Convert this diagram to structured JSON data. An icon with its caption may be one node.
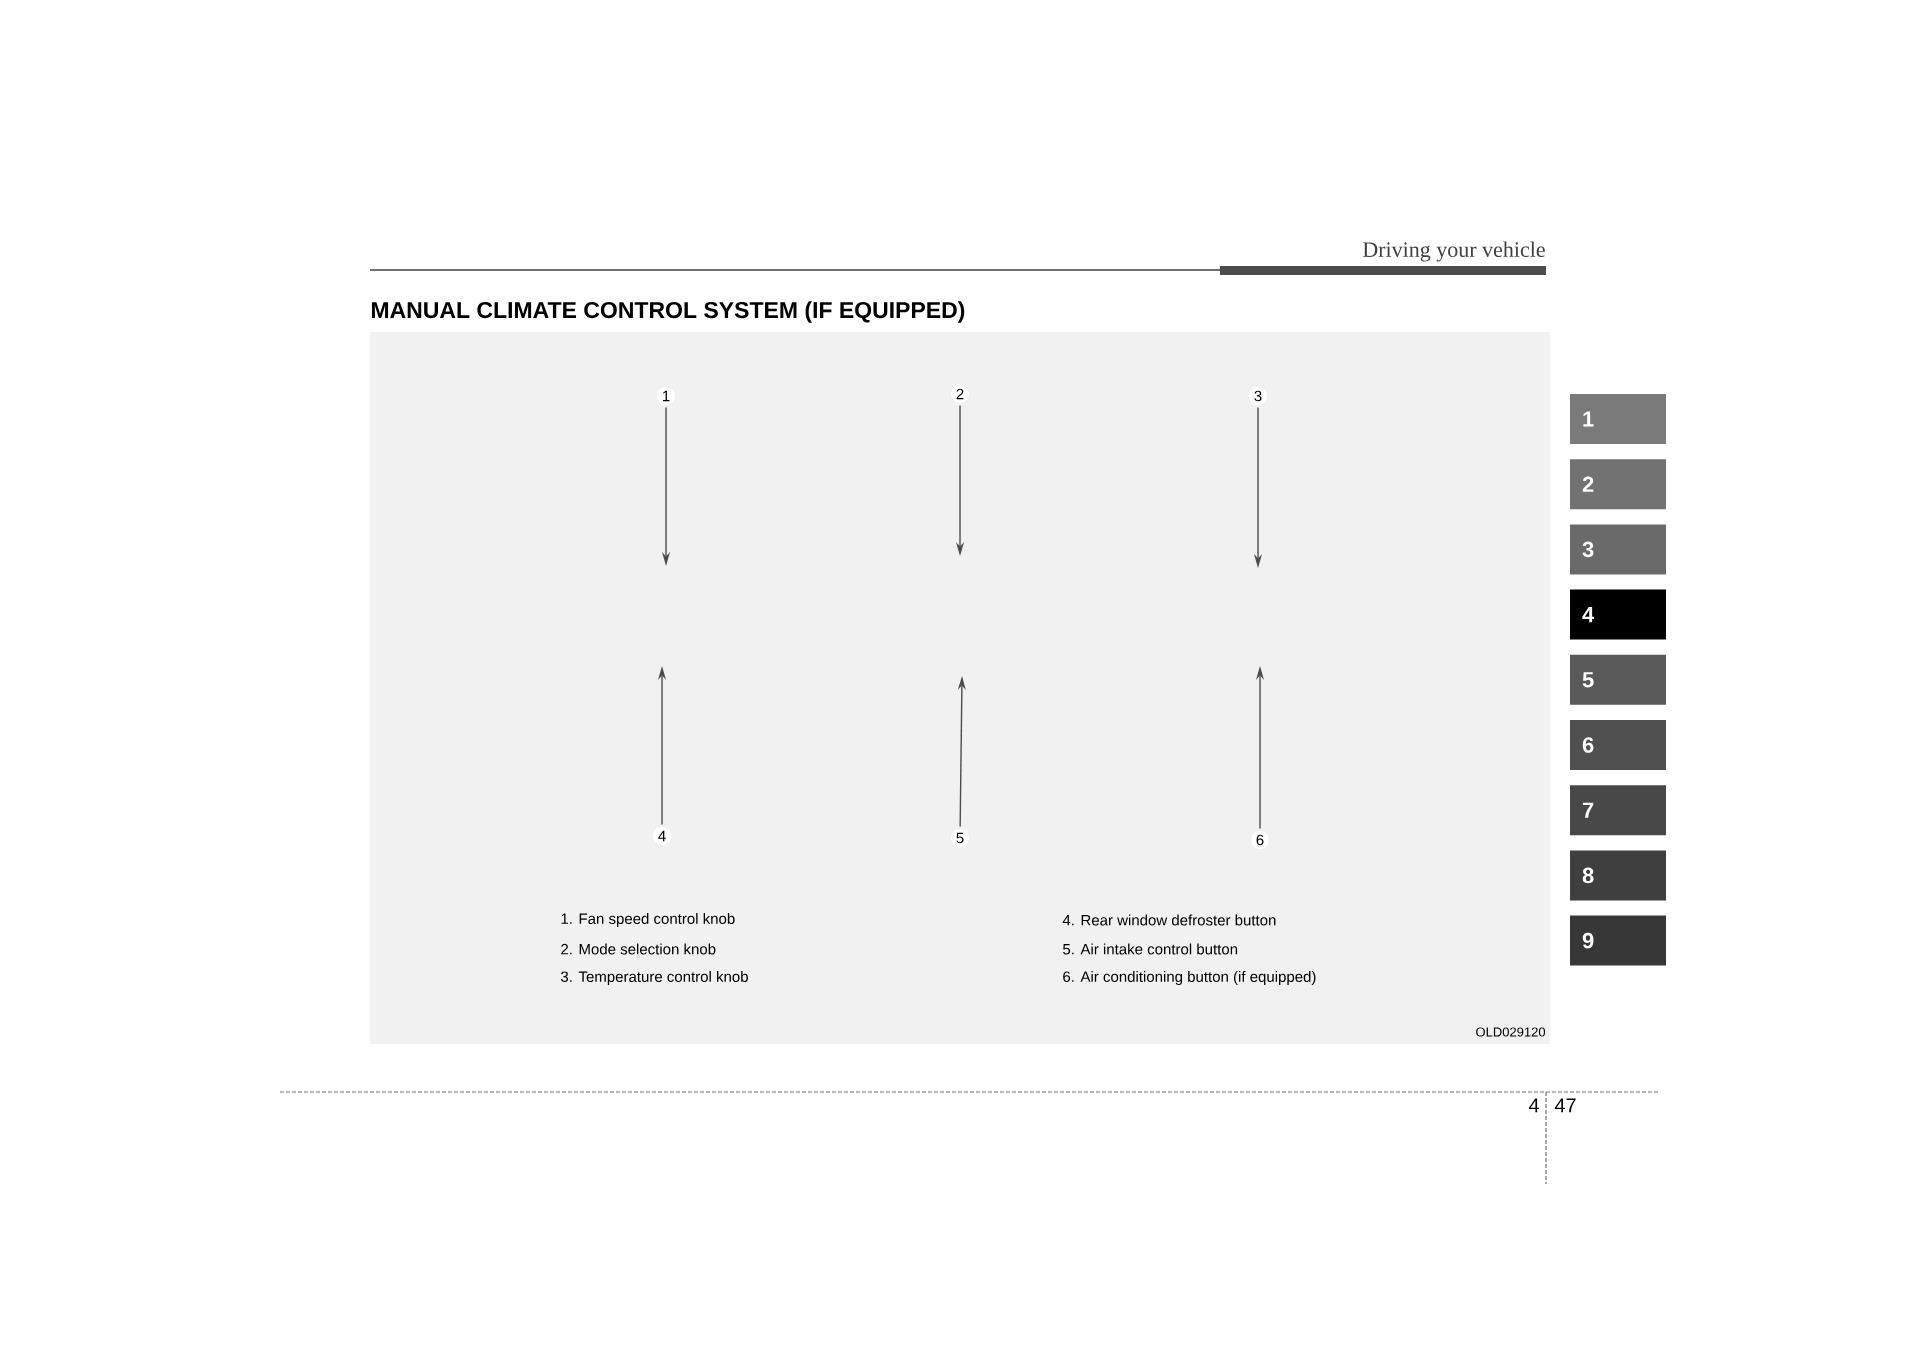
{
  "diagram": {
    "title": "MANUAL CLIMATE CONTROL SYSTEM (IF EQUIPPED)",
    "nodes": [
      {
        "text": [
          "1"
        ]
      },
      {
        "text": [
          "2"
        ]
      },
      {
        "text": [
          "3"
        ]
      },
      {
        "text": [
          "4"
        ]
      },
      {
        "text": [
          "5"
        ]
      },
      {
        "text": [
          "6"
        ]
      }
    ],
    "edges": [
      {
        "from": 0,
        "to": null,
        "arrow": "to"
      },
      {
        "from": 1,
        "to": null,
        "arrow": "to"
      },
      {
        "from": 2,
        "to": null,
        "arrow": "to"
      },
      {
        "from": 3,
        "to": null,
        "arrow": "to"
      },
      {
        "from": 4,
        "to": null,
        "arrow": "to"
      },
      {
        "from": 5,
        "to": null,
        "arrow": "to"
      }
    ],
    "labels": [
      "Driving your vehicle",
      "1. Fan speed control knob",
      "4. Rear window defroster button",
      "2. Mode selection knob",
      "5. Air intake control button",
      "3. Temperature control knob",
      "6. Air conditioning button (if equipped)",
      "OLD029120",
      "1",
      "2",
      "3",
      "4",
      "5",
      "6",
      "7",
      "8",
      "9",
      "4",
      "47"
    ]
  }
}
